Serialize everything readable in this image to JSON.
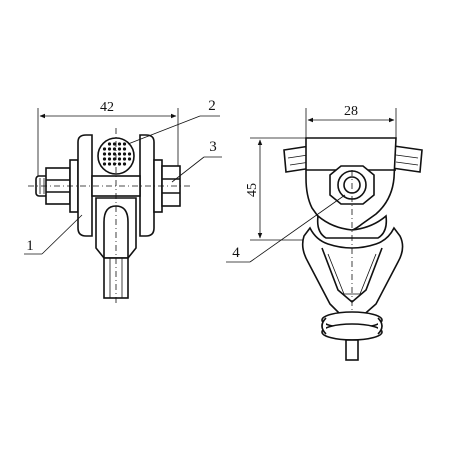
{
  "dimensions": {
    "width_left": "42",
    "width_right": "28",
    "height_right": "45"
  },
  "callouts": [
    "1",
    "2",
    "3",
    "4"
  ]
}
